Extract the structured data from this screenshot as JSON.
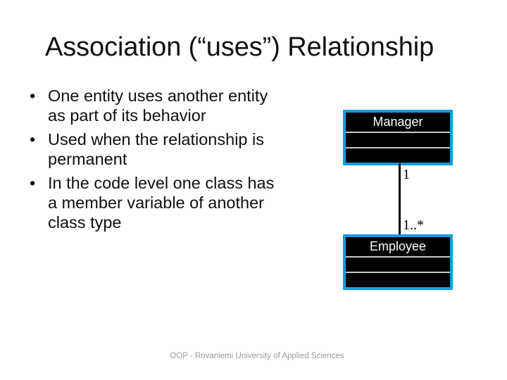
{
  "slide": {
    "title": "Association (“uses”) Relationship",
    "bullets": [
      {
        "marker": "•",
        "line1": "One entity uses another entity",
        "line2": "as part of its behavior"
      },
      {
        "marker": "•",
        "line1": "Used when the relationship is",
        "line2": "permanent"
      },
      {
        "marker": "•",
        "line1": "In the code level one class has",
        "line2": "a member variable of another",
        "line3": "class type"
      }
    ],
    "footer": "OOP - Rovaniemi University of Applied Sciences"
  },
  "diagram": {
    "type": "uml-class-diagram",
    "border_color": "#119de0",
    "fill_color": "#000000",
    "name_color": "#ffffff",
    "divider_color": "#c9c9c9",
    "connector_color": "#000000",
    "classes": [
      {
        "name": "Manager",
        "compartments": 2
      },
      {
        "name": "Employee",
        "compartments": 2
      }
    ],
    "association": {
      "source_multiplicity": "1",
      "target_multiplicity": "1..*"
    }
  }
}
